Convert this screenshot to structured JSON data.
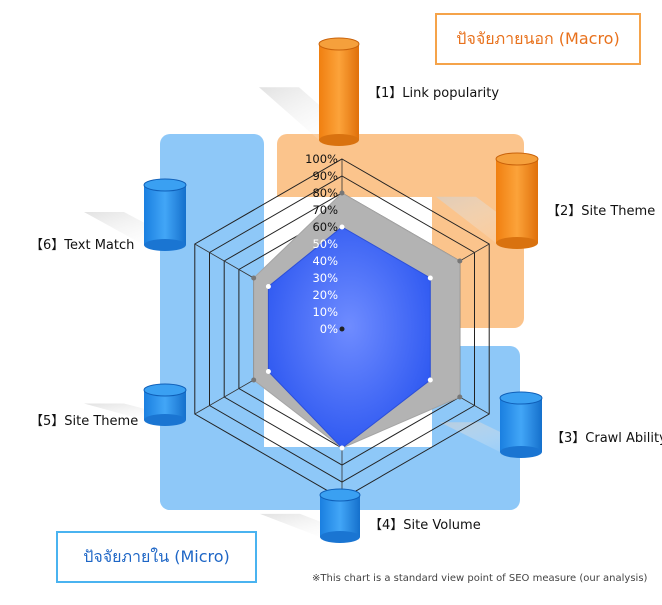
{
  "macro_label": "ปัจจัยภายนอก (Macro)",
  "micro_label": "ปัจจัยภายใน (Micro)",
  "footnote": "※This chart is a standard view point of SEO measure (our analysis)",
  "colors": {
    "macro": "#f59a2c",
    "micro": "#2a8ee8",
    "macro_panel": "#fbc48c",
    "micro_panel": "#8ec8f8",
    "outer_polygon": "#b3b3b3",
    "inner_polygon": "#3a63f2"
  },
  "chart_data": {
    "type": "radar",
    "axes": [
      "【1】Link popularity",
      "【2】Site Theme",
      "【3】Crawl Ability",
      "【4】Site Volume",
      "【5】Site Theme",
      "【6】Text Match"
    ],
    "tick_labels": [
      "0%",
      "10%",
      "20%",
      "30%",
      "40%",
      "50%",
      "60%",
      "70%",
      "80%",
      "90%",
      "100%"
    ],
    "range": [
      0,
      100
    ],
    "rings": [
      60,
      70,
      80,
      90,
      100
    ],
    "series": [
      {
        "values": [
          80,
          80,
          80,
          70,
          60,
          60
        ],
        "color": "#b3b3b3"
      },
      {
        "values": [
          60,
          60,
          60,
          70,
          50,
          50
        ],
        "color": "#3a63f2"
      }
    ],
    "bar_levels": [
      80,
      70,
      45,
      35,
      25,
      50
    ],
    "groups": {
      "macro_axes": [
        1,
        2
      ],
      "micro_axes": [
        3,
        4,
        5,
        6
      ]
    }
  }
}
